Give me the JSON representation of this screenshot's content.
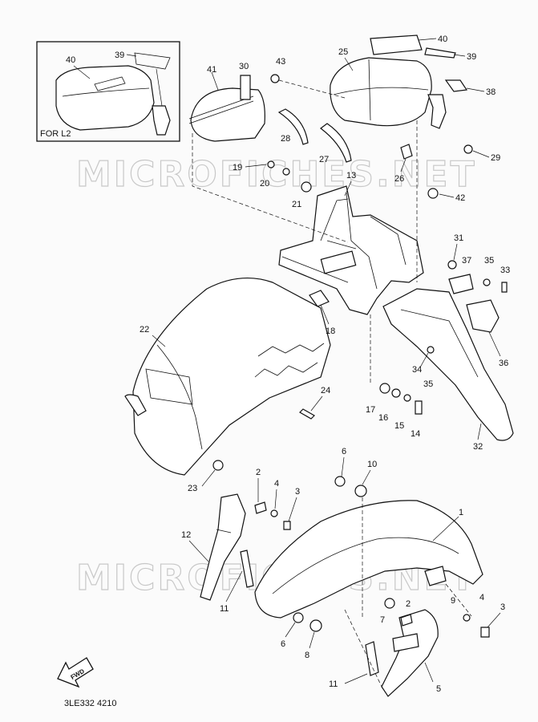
{
  "inset_box": {
    "label": "FOR  L2",
    "numbers": [
      "40",
      "39"
    ]
  },
  "watermark": "MICROFICHES.NET",
  "fwd_arrow": {
    "label": "FWD"
  },
  "drawing_code": "3LE332 4210",
  "callouts": [
    "1",
    "2",
    "3",
    "4",
    "5",
    "6",
    "7",
    "8",
    "9",
    "10",
    "11",
    "12",
    "13",
    "14",
    "15",
    "16",
    "17",
    "18",
    "19",
    "20",
    "21",
    "22",
    "23",
    "24",
    "25",
    "26",
    "27",
    "28",
    "29",
    "30",
    "31",
    "32",
    "33",
    "34",
    "35",
    "36",
    "37",
    "38",
    "39",
    "40",
    "41",
    "42",
    "43"
  ]
}
